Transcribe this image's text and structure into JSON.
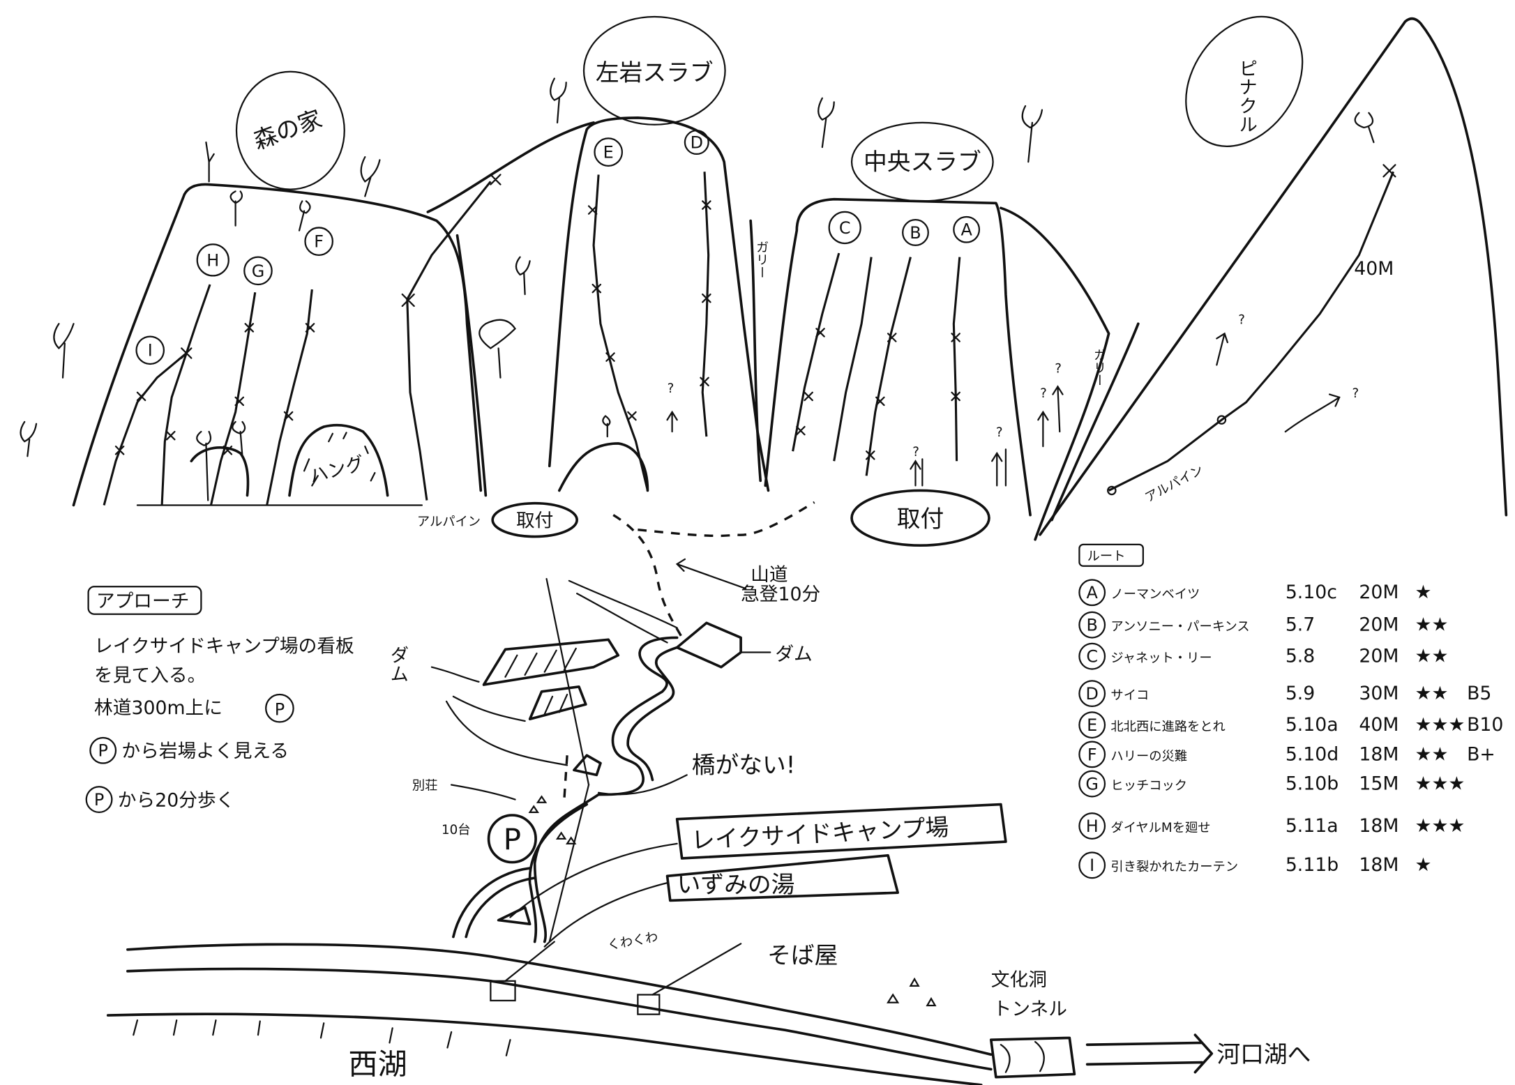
{
  "crags": {
    "mori_no_ie": "森の家",
    "hidari_iwa_slab": "左岩スラブ",
    "chuo_slab": "中央スラブ",
    "pinnacle": "ピナクル",
    "hang": "ハング",
    "gully_1": "ガリー",
    "gully_2": "ガリー",
    "alpine_left": "アルパイン",
    "alpine_right": "アルパイン",
    "toritsuki_left": "取付",
    "toritsuki_right": "取付",
    "pinnacle_length": "40M",
    "unknown_marks": [
      "?",
      "?",
      "?",
      "?",
      "?",
      "?",
      "?"
    ]
  },
  "route_markers": [
    "A",
    "B",
    "C",
    "D",
    "E",
    "F",
    "G",
    "H",
    "I"
  ],
  "approach": {
    "title": "アプローチ",
    "lines": [
      "レイクサイドキャンプ場の看板",
      "を見て入る。",
      "林道300m上に",
      "から岩場よく見える",
      "から20分歩く"
    ],
    "parking_symbol": "P"
  },
  "routes": {
    "title": "ルート",
    "items": [
      {
        "id": "A",
        "name": "ノーマンベイツ",
        "grade": "5.10c",
        "length": "20M",
        "stars": "★",
        "bolts": ""
      },
      {
        "id": "B",
        "name": "アンソニー・パーキンス",
        "grade": "5.7",
        "length": "20M",
        "stars": "★★",
        "bolts": ""
      },
      {
        "id": "C",
        "name": "ジャネット・リー",
        "grade": "5.8",
        "length": "20M",
        "stars": "★★",
        "bolts": ""
      },
      {
        "id": "D",
        "name": "サイコ",
        "grade": "5.9",
        "length": "30M",
        "stars": "★★",
        "bolts": "B5"
      },
      {
        "id": "E",
        "name": "北北西に進路をとれ",
        "grade": "5.10a",
        "length": "40M",
        "stars": "★★★",
        "bolts": "B10"
      },
      {
        "id": "F",
        "name": "ハリーの災難",
        "grade": "5.10d",
        "length": "18M",
        "stars": "★★",
        "bolts": "B+"
      },
      {
        "id": "G",
        "name": "ヒッチコック",
        "grade": "5.10b",
        "length": "15M",
        "stars": "★★★",
        "bolts": ""
      },
      {
        "id": "H",
        "name": "ダイヤルMを廻せ",
        "grade": "5.11a",
        "length": "18M",
        "stars": "★★★",
        "bolts": ""
      },
      {
        "id": "I",
        "name": "引き裂かれたカーテン",
        "grade": "5.11b",
        "length": "18M",
        "stars": "★",
        "bolts": ""
      }
    ]
  },
  "map": {
    "trail_label_1": "山道",
    "trail_label_2": "急登10分",
    "dam_right": "ダム",
    "dam_left": "ダム",
    "no_bridge": "橋がない!",
    "villa": "別荘",
    "parking_capacity": "10台",
    "parking": "P",
    "campsite": "レイクサイドキャンプ場",
    "onsen": "いずみの湯",
    "kuwakuwa": "くわくわ",
    "soba": "そば屋",
    "tunnel_1": "文化洞",
    "tunnel_2": "トンネル",
    "lake": "西湖",
    "to_kawaguchiko": "河口湖へ"
  }
}
